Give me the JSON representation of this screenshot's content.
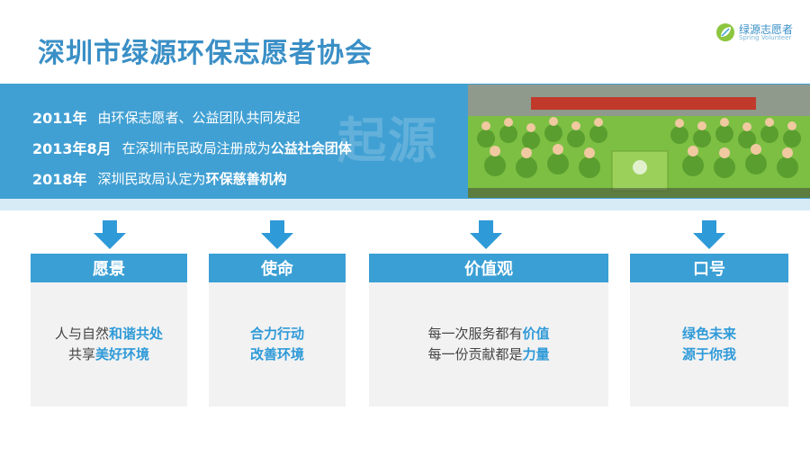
{
  "title": "深圳市绿源环保志愿者协会",
  "logo": {
    "name": "绿源志愿者",
    "sub": "Spring Volunteer"
  },
  "watermark": "起源",
  "timeline": [
    {
      "year": "2011年",
      "text": "由环保志愿者、公益团队共同发起",
      "highlight": ""
    },
    {
      "year": "2013年8月",
      "text": "在深圳市民政局注册成为",
      "highlight": "公益社会团体"
    },
    {
      "year": "2018年",
      "text": "深圳民政局认定为",
      "highlight": "环保慈善机构"
    }
  ],
  "columns": {
    "vision": {
      "header": "愿景",
      "l1_pre": "人与自然",
      "l1_hl": "和谐共处",
      "l2_pre": "共享",
      "l2_hl": "美好环境"
    },
    "mission": {
      "header": "使命",
      "l1": "合力行动",
      "l2": "改善环境"
    },
    "values": {
      "header": "价值观",
      "l1_pre": "每一次服务都有",
      "l1_hl": "价值",
      "l2_pre": "每一份贡献都是",
      "l2_hl": "力量"
    },
    "slogan": {
      "header": "口号",
      "l1": "绿色未来",
      "l2": "源于你我"
    }
  },
  "colors": {
    "primary": "#3a9fd5",
    "band": "#41a0d3",
    "title": "#3a8fc6",
    "card": "#f2f2f2"
  }
}
